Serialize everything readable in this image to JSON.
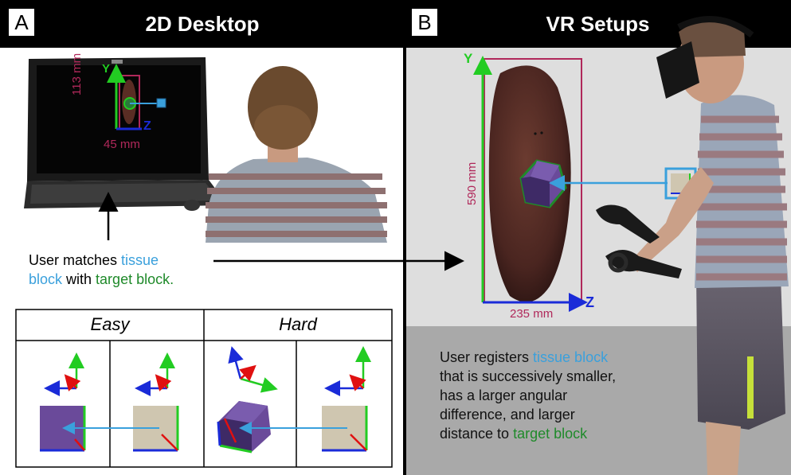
{
  "panel_a": {
    "letter": "A",
    "title": "2D Desktop",
    "laptop": {
      "y_label": "Y",
      "z_label": "Z",
      "height_dim": "113 mm",
      "width_dim": "45 mm"
    },
    "caption": {
      "part1": "User matches ",
      "tissue": "tissue",
      "block": "block",
      "with": " with ",
      "target": "target block",
      "period": "."
    },
    "table": {
      "col_easy": "Easy",
      "col_hard": "Hard"
    }
  },
  "panel_b": {
    "letter": "B",
    "title": "VR Setups",
    "y_label": "Y",
    "z_label": "Z",
    "height_dim": "590 mm",
    "width_dim": "235 mm",
    "description": {
      "line1_a": "User registers ",
      "line1_b": "tissue block",
      "line2": "that is successively smaller,",
      "line3": "has a larger angular",
      "line4": "difference, and larger",
      "line5_a": "distance to ",
      "line5_b": "target block"
    }
  },
  "colors": {
    "axis_y": "#22cc22",
    "axis_z": "#1a2bd8",
    "axis_x": "#e01010",
    "dimension": "#b0285a",
    "tissue": "#3aa0dc",
    "target": "#1f8a2a",
    "cube_purple": "#6a4a9a",
    "cube_beige": "#cfc6b0",
    "vr_bg_top": "#dedede",
    "vr_bg_bottom": "#a8a8a8"
  }
}
